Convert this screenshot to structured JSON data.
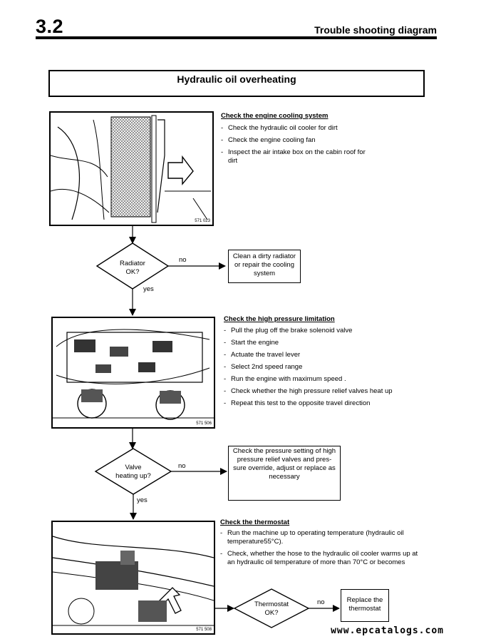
{
  "header": {
    "section_number": "3.2",
    "title": "Trouble shooting diagram"
  },
  "diagram_title": "Hydraulic oil overheating",
  "steps": [
    {
      "photo_code": "571 023",
      "heading": "Check the engine cooling system",
      "items": [
        "Check the hydraulic oil cooler for dirt",
        "Check the engine cooling fan",
        "Inspect the air intake box on the cabin roof for dirt"
      ]
    },
    {
      "photo_code": "571 506",
      "heading": "Check the high pressure limitation",
      "items": [
        "Pull the plug off the brake solenoid valve",
        "Start the engine",
        "Actuate the travel lever",
        "Select 2nd speed range",
        "Run the engine with maximum speed .",
        "Check whether the high pressure relief valves heat up",
        "Repeat this test to the opposite travel direction"
      ]
    },
    {
      "photo_code": "571 508",
      "heading": "Check the thermostat",
      "items": [
        "Run the machine up to operating temperature (hydraulic oil temperature55°C).",
        "Check, whether the hose to the hydraulic oil cooler warms up at an hydraulic oil temperature of more than 70°C or becomes"
      ]
    }
  ],
  "decisions": [
    {
      "label_line1": "Radiator",
      "label_line2": "OK?",
      "no_label": "no",
      "yes_label": "yes",
      "action_lines": [
        "Clean a dirty radiator",
        "or repair the cooling",
        "system"
      ]
    },
    {
      "label_line1": "Valve",
      "label_line2": "heating up?",
      "no_label": "no",
      "yes_label": "yes",
      "action_lines": [
        "Check the pressure setting of high",
        "pressure relief valves and pres-",
        "sure override, adjust or replace as",
        "necessary"
      ]
    },
    {
      "label_line1": "Thermostat",
      "label_line2": "OK?",
      "no_label": "no",
      "action_lines": [
        "Replace the",
        "thermostat"
      ]
    }
  ],
  "watermark": "www.epcatalogs.com"
}
